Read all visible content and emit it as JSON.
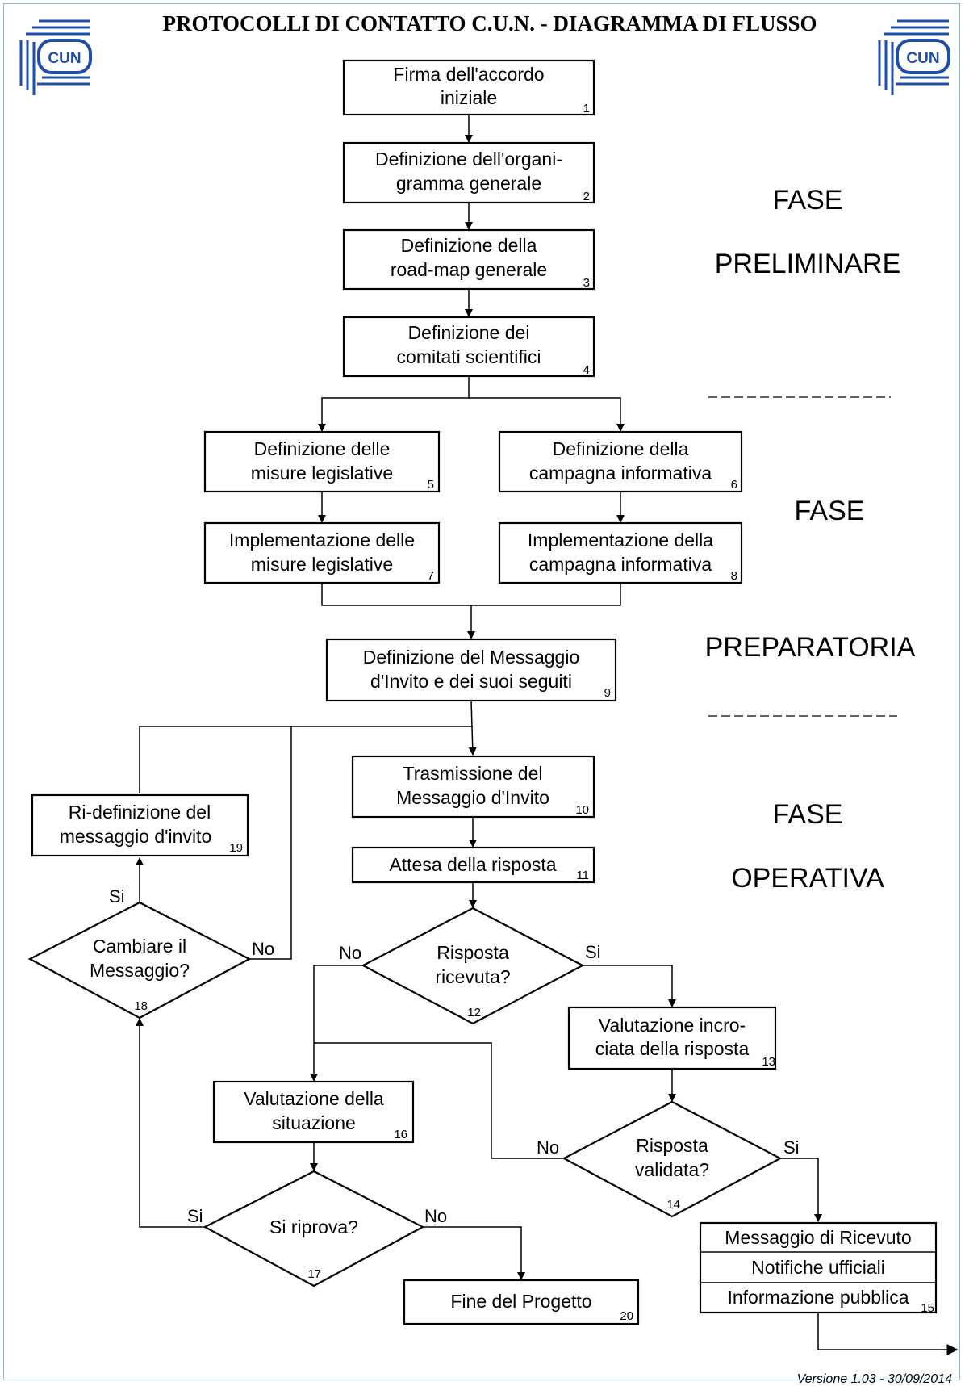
{
  "title": "PROTOCOLLI DI CONTATTO C.U.N. - DIAGRAMMA DI FLUSSO",
  "logo_text": "CUN",
  "version": "Versione 1.03 - 30/09/2014",
  "phases": {
    "preliminare": [
      "FASE",
      "PRELIMINARE"
    ],
    "preparatoria": [
      "FASE",
      "PREPARATORIA"
    ],
    "operativa": [
      "FASE",
      "OPERATIVA"
    ]
  },
  "steps": {
    "s1": {
      "lines": [
        "Firma dell'accordo",
        "iniziale"
      ],
      "num": "1"
    },
    "s2": {
      "lines": [
        "Definizione dell'organi-",
        "gramma generale"
      ],
      "num": "2"
    },
    "s3": {
      "lines": [
        "Definizione della",
        "road-map generale"
      ],
      "num": "3"
    },
    "s4": {
      "lines": [
        "Definizione dei",
        "comitati scientifici"
      ],
      "num": "4"
    },
    "s5": {
      "lines": [
        "Definizione delle",
        "misure legislative"
      ],
      "num": "5"
    },
    "s6": {
      "lines": [
        "Definizione della",
        "campagna informativa"
      ],
      "num": "6"
    },
    "s7": {
      "lines": [
        "Implementazione delle",
        "misure legislative"
      ],
      "num": "7"
    },
    "s8": {
      "lines": [
        "Implementazione della",
        "campagna informativa"
      ],
      "num": "8"
    },
    "s9": {
      "lines": [
        "Definizione del Messaggio",
        "d'Invito e dei suoi seguiti"
      ],
      "num": "9"
    },
    "s10": {
      "lines": [
        "Trasmissione del",
        "Messaggio d'Invito"
      ],
      "num": "10"
    },
    "s11": {
      "lines": [
        "Attesa della risposta"
      ],
      "num": "11"
    },
    "s12": {
      "lines": [
        "Risposta",
        "ricevuta?"
      ],
      "num": "12"
    },
    "s13": {
      "lines": [
        "Valutazione incro-",
        "ciata della risposta"
      ],
      "num": "13"
    },
    "s14": {
      "lines": [
        "Risposta",
        "validata?"
      ],
      "num": "14"
    },
    "s15": {
      "lines": [
        "Messaggio di Ricevuto",
        "Notifiche ufficiali",
        "Informazione pubblica"
      ],
      "num": "15"
    },
    "s16": {
      "lines": [
        "Valutazione della",
        "situazione"
      ],
      "num": "16"
    },
    "s17": {
      "lines": [
        "Si riprova?"
      ],
      "num": "17"
    },
    "s18": {
      "lines": [
        "Cambiare il",
        "Messaggio?"
      ],
      "num": "18"
    },
    "s19": {
      "lines": [
        "Ri-definizione del",
        "messaggio d'invito"
      ],
      "num": "19"
    },
    "s20": {
      "lines": [
        "Fine del Progetto"
      ],
      "num": "20"
    }
  },
  "labels": {
    "yes": "Si",
    "no": "No"
  }
}
